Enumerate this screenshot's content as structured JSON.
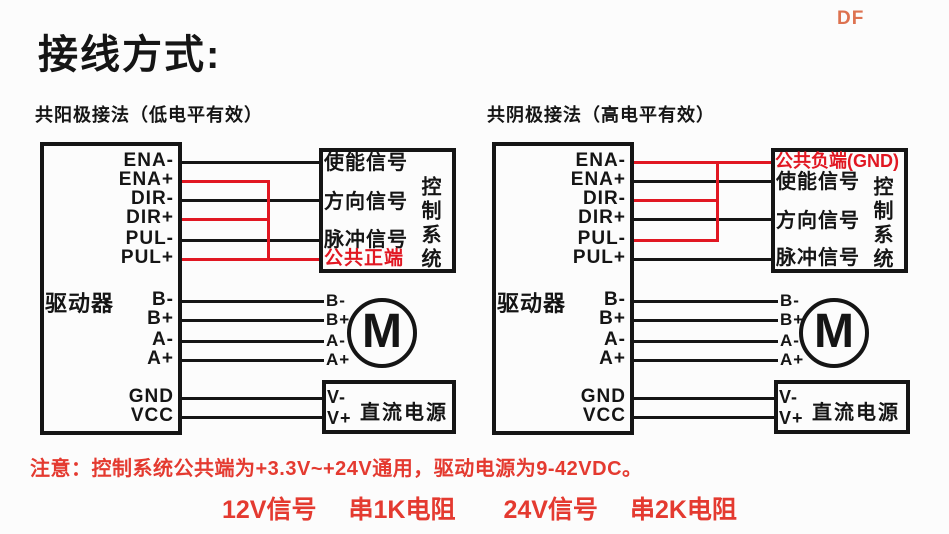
{
  "logo": "DF",
  "title": "接线方式:",
  "colors": {
    "background": "#fcfcfc",
    "line_black": "#151515",
    "wire_red": "#e11722",
    "note_red": "#e43a30",
    "logo_orange": "#dd7250"
  },
  "notes": {
    "line1": "注意：控制系统公共端为+3.3V~+24V通用，驱动电源为9-42VDC。",
    "parts": [
      "12V信号",
      "串1K电阻",
      "24V信号",
      "串2K电阻"
    ]
  },
  "diagrams": [
    {
      "subtitle": "共阳极接法（低电平有效）",
      "driver_label": "驱动器",
      "signal_pins": [
        "ENA-",
        "ENA+",
        "DIR-",
        "DIR+",
        "PUL-",
        "PUL+"
      ],
      "motor_pins": [
        "B-",
        "B+",
        "A-",
        "A+"
      ],
      "power_pins": [
        "GND",
        "VCC"
      ],
      "control": {
        "signals": [
          "使能信号",
          "方向信号",
          "脉冲信号"
        ],
        "common": "公共正端",
        "common_position": "bottom",
        "system": "控制系统"
      },
      "motor": {
        "symbol": "M",
        "pins": [
          "B-",
          "B+",
          "A-",
          "A+"
        ]
      },
      "power": {
        "pins": [
          "V-",
          "V+"
        ],
        "label": "直流电源"
      }
    },
    {
      "subtitle": "共阴极接法（高电平有效）",
      "driver_label": "驱动器",
      "signal_pins": [
        "ENA-",
        "ENA+",
        "DIR-",
        "DIR+",
        "PUL-",
        "PUL+"
      ],
      "motor_pins": [
        "B-",
        "B+",
        "A-",
        "A+"
      ],
      "power_pins": [
        "GND",
        "VCC"
      ],
      "control": {
        "signals": [
          "使能信号",
          "方向信号",
          "脉冲信号"
        ],
        "common": "公共负端(GND)",
        "common_position": "top",
        "system": "控制系统"
      },
      "motor": {
        "symbol": "M",
        "pins": [
          "B-",
          "B+",
          "A-",
          "A+"
        ]
      },
      "power": {
        "pins": [
          "V-",
          "V+"
        ],
        "label": "直流电源"
      }
    }
  ]
}
